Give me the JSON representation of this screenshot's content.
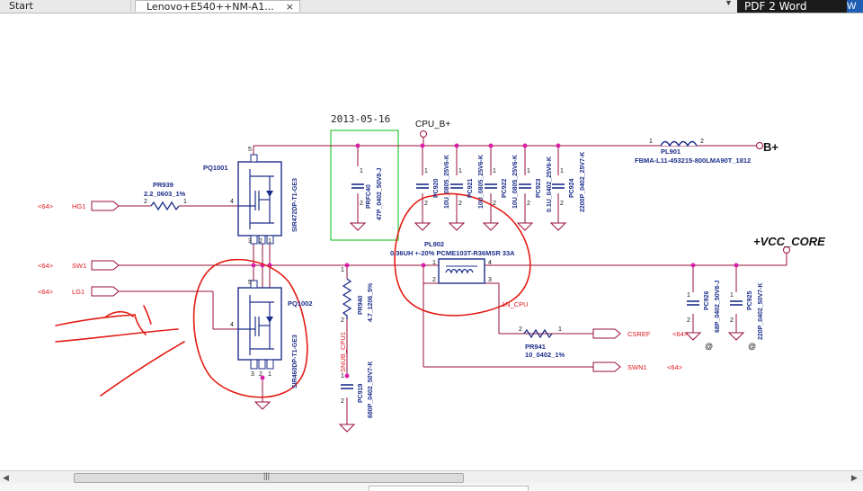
{
  "tabs": [
    {
      "label": "Start"
    },
    {
      "label": "Lenovo+E540++NM-A1..."
    }
  ],
  "close_glyph": "×",
  "toolbar": {
    "pdf2word": "PDF 2 Word",
    "word_icon": "W"
  },
  "diagram": {
    "date": "2013-05-16",
    "cpu_b_plus": "CPU_B+",
    "b_plus": "B+",
    "vcc_core": "+VCC_CORE",
    "refs": {
      "r64": "<64>"
    },
    "nets": {
      "hg1": "HG1",
      "sw1": "SW1",
      "lg1": "LG1",
      "csref": "CSREF",
      "swn1": "SWN1",
      "snub_cpu1": "SNUB_CPU1",
      "n_cpu": "1N_CPU"
    },
    "pins": {
      "p1": "1",
      "p2": "2",
      "p3": "3",
      "p4": "4",
      "p5": "5",
      "at": "@"
    },
    "pq1001": {
      "ref": "PQ1001",
      "part": "SIR472DP-T1-GE3"
    },
    "pq1002": {
      "ref": "PQ1002",
      "part": "SIR460DP-T1-GE3"
    },
    "pr939": {
      "ref": "PR939",
      "value": "2.2_0603_1%"
    },
    "prfc40": {
      "ref": "PRFC40",
      "value": "47P_0402_50V8-J"
    },
    "pc920": {
      "ref": "PC920",
      "value": "10U_0805_25V6-K"
    },
    "pc921": {
      "ref": "PC921",
      "value": "10U_0805_25V6-K"
    },
    "pc922": {
      "ref": "PC922",
      "value": "10U_0805_25V6-K"
    },
    "pc923": {
      "ref": "PC923",
      "value": "0.1U_0402_25V6-K"
    },
    "pc924": {
      "ref": "PC924",
      "value": "2200P_0402_25V7-K"
    },
    "pl901": {
      "ref": "PL901",
      "value": "FBMA-L11-453215-800LMA90T_1812"
    },
    "pl902": {
      "ref": "PL902",
      "value": "0.36UH +-20% PCME103T-R36MSR 33A"
    },
    "pr940": {
      "ref": "PR940",
      "value": "4.7_1206_5%"
    },
    "pc919": {
      "ref": "PC919",
      "value": "680P_0402_50V7-K"
    },
    "pr941": {
      "ref": "PR941",
      "value": "10_0402_1%"
    },
    "pc926": {
      "ref": "PC926",
      "value": "68P_0402_50V8-J"
    },
    "pc925": {
      "ref": "PC925",
      "value": "220P_0402_50V7-K"
    }
  },
  "colors": {
    "wire": "#9a0f3a",
    "label_red": "#e0191e",
    "part_blue": "#1c2e8a",
    "green_box": "#2ec93a",
    "pin_dot": "#d91fa8",
    "markup": "#e31b14"
  }
}
